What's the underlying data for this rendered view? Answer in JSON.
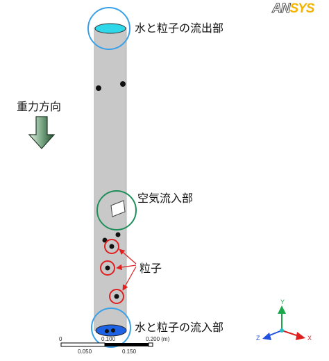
{
  "logo": {
    "part1": "AN",
    "part2": "SYS"
  },
  "labels": {
    "outlet": "水と粒子の流出部",
    "gravity": "重力方向",
    "air_inlet": "空気流入部",
    "particles": "粒子",
    "inlet": "水と粒子の流入部"
  },
  "scale_bar": {
    "top_ticks": [
      "0",
      "0.100",
      "0.200 (m)"
    ],
    "bottom_ticks": [
      "0.050",
      "0.150"
    ]
  },
  "axes": {
    "x": "X",
    "y": "Y",
    "z": "Z"
  },
  "colors": {
    "tube": "#c8c8c8",
    "outlet_fill": "#2fd8e8",
    "inlet_fill": "#1e63e6",
    "blue_circle": "#3aa0e8",
    "green_circle": "#1f8f5a",
    "red_circle": "#e02020",
    "arrow_red": "#e02020"
  }
}
